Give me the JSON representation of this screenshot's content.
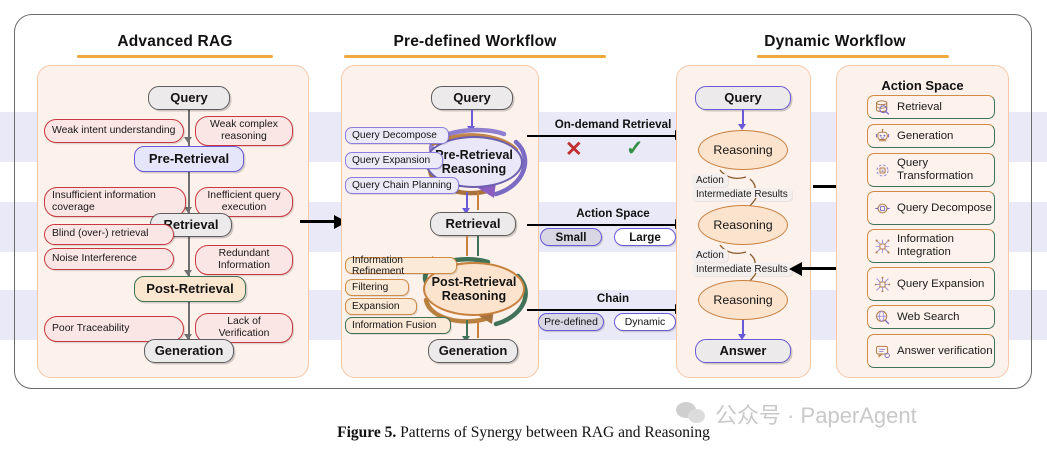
{
  "figure": {
    "caption_bold": "Figure 5.",
    "caption_rest": " Patterns of Synergy between RAG and Reasoning"
  },
  "watermark": {
    "text": "公众号 · PaperAgent",
    "logo": "wechat-icon"
  },
  "columns": {
    "advanced_rag": {
      "title": "Advanced RAG"
    },
    "predefined": {
      "title": "Pre-defined Workflow"
    },
    "dynamic": {
      "title": "Dynamic Workflow"
    }
  },
  "advanced_rag": {
    "nodes": [
      {
        "label": "Query",
        "style": "gray"
      },
      {
        "label": "Pre-Retrieval",
        "style": "purple"
      },
      {
        "label": "Retrieval",
        "style": "gray"
      },
      {
        "label": "Post-Retrieval",
        "style": "green"
      },
      {
        "label": "Generation",
        "style": "gray"
      }
    ],
    "issues": [
      "Weak intent understanding",
      "Weak complex reasoning",
      "Insufficient information coverage",
      "Inefficient query execution",
      "Blind (over-) retrieval",
      "Noise Interference",
      "Redundant Information",
      "Poor Traceability",
      "Lack of Verification"
    ]
  },
  "predefined": {
    "nodes": [
      {
        "label": "Query"
      },
      {
        "label": "Retrieval"
      },
      {
        "label": "Generation"
      }
    ],
    "pre_ellipse": "Pre-Retrieval Reasoning",
    "post_ellipse": "Post-Retrieval Reasoning",
    "pre_chips": [
      "Query Decompose",
      "Query Expansion",
      "Query Chain Planning"
    ],
    "post_chips": [
      "Information Refinement",
      "Filtering",
      "Expansion",
      "Information Fusion"
    ]
  },
  "comparison": [
    {
      "title": "On-demand Retrieval",
      "left": "cross-icon",
      "right": "check-icon",
      "type": "marks"
    },
    {
      "title": "Action Space",
      "left": "Small",
      "right": "Large",
      "type": "chips"
    },
    {
      "title": "Chain",
      "left": "Pre-defined",
      "right": "Dynamic",
      "type": "chips-small"
    }
  ],
  "dynamic": {
    "query": "Query",
    "answer": "Answer",
    "reasoning": [
      "Reasoning",
      "Reasoning",
      "Reasoning"
    ],
    "connectors": [
      {
        "action": "Action",
        "results": "Intermediate Results"
      },
      {
        "action": "Action",
        "results": "Intermediate Results"
      }
    ]
  },
  "action_space": {
    "title": "Action Space",
    "items": [
      {
        "label": "Retrieval",
        "icon": "database-search-icon"
      },
      {
        "label": "Generation",
        "icon": "robot-icon"
      },
      {
        "label": "Query Transformation",
        "icon": "transform-circle-icon"
      },
      {
        "label": "Query Decompose",
        "icon": "decompose-icon"
      },
      {
        "label": "Information Integration",
        "icon": "integration-icon"
      },
      {
        "label": "Query Expansion",
        "icon": "expansion-icon"
      },
      {
        "label": "Web Search",
        "icon": "globe-search-icon"
      },
      {
        "label": "Answer verification",
        "icon": "verify-chat-icon"
      }
    ]
  },
  "colors": {
    "accent_underline": "#f0a93c",
    "panel_bg": "#fdf1ec",
    "stripe": "#e9e9f7",
    "purple": "#6a5ad8",
    "green": "#3f7257",
    "orange": "#c8803f",
    "red": "#c8393f"
  }
}
